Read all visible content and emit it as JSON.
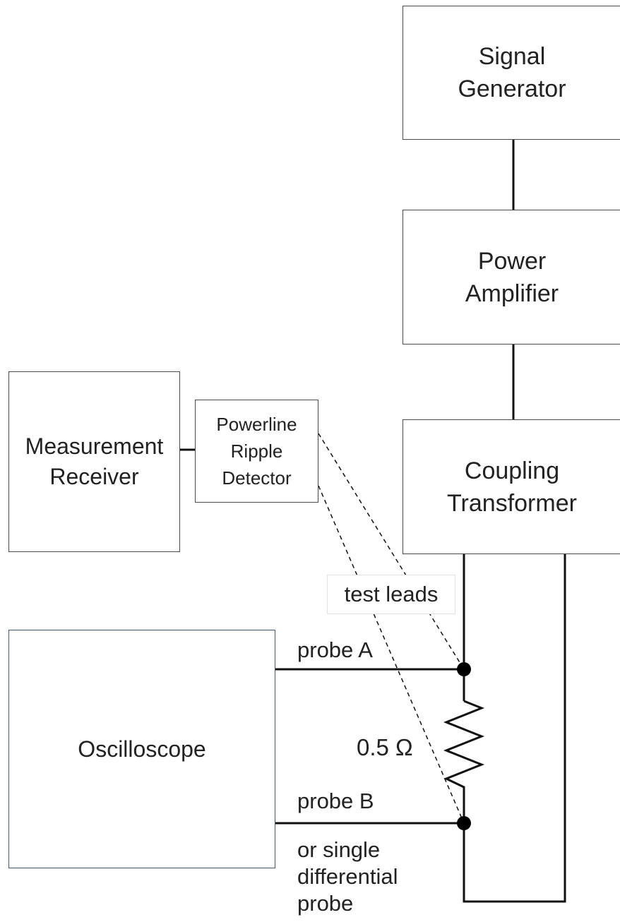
{
  "blocks": {
    "signal_generator": [
      "Signal",
      "Generator"
    ],
    "power_amplifier": [
      "Power",
      "Amplifier"
    ],
    "coupling_transformer": [
      "Coupling",
      "Transformer"
    ],
    "measurement_receiver": [
      "Measurement",
      "Receiver"
    ],
    "ripple_detector": [
      "Powerline",
      "Ripple",
      "Detector"
    ],
    "oscilloscope": "Oscilloscope"
  },
  "labels": {
    "test_leads": "test leads",
    "probe_a": "probe A",
    "probe_b": "probe B",
    "differential": [
      "or single",
      "differential",
      "probe"
    ],
    "resistance": "0.5 Ω"
  }
}
